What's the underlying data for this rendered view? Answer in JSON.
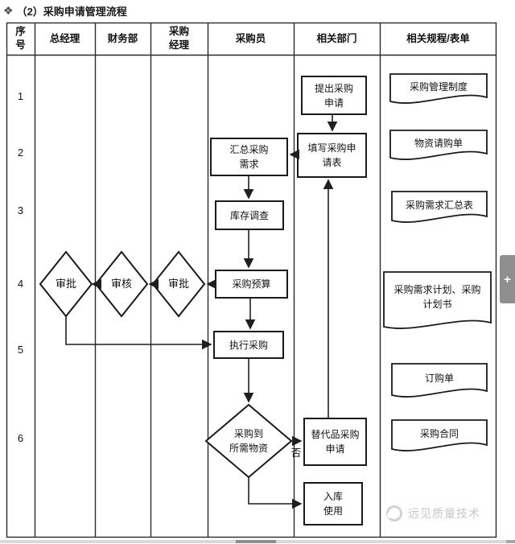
{
  "page": {
    "title": "（2）采购申请管理流程"
  },
  "icons": {
    "bullet": "❖",
    "plus": "+"
  },
  "table": {
    "headers": [
      "序\n号",
      "总经理",
      "财务部",
      "采购\n经理",
      "采购员",
      "相关部门",
      "相关规程/表单"
    ],
    "row_numbers": [
      "1",
      "2",
      "3",
      "4",
      "5",
      "6"
    ]
  },
  "flow": {
    "propose": "提出采购\n申请",
    "fill_form": "填写采购申\n请表",
    "summarize": "汇总采购\n需求",
    "inventory": "库存调查",
    "budget": "采购预算",
    "approve_gm": "审批",
    "review_finance": "审核",
    "approve_pm": "审批",
    "execute": "执行采购",
    "check": "采购到\n所需物资",
    "substitute": "替代品采购\n申请",
    "warehouse": "入库\n使用",
    "no_label": "否"
  },
  "docs": {
    "d1": "采购管理制度",
    "d2": "物资请购单",
    "d3": "采购需求汇总表",
    "d4": "采购需求计划、采购\n计划书",
    "d5": "订购单",
    "d6": "采购合同"
  },
  "watermark": {
    "text": "远见质量技术"
  },
  "colors": {
    "line": "#1f1f1f",
    "grid": "#2a2a2a",
    "watermark": "#c6c6c6",
    "side_button": "#8f8f8f"
  }
}
